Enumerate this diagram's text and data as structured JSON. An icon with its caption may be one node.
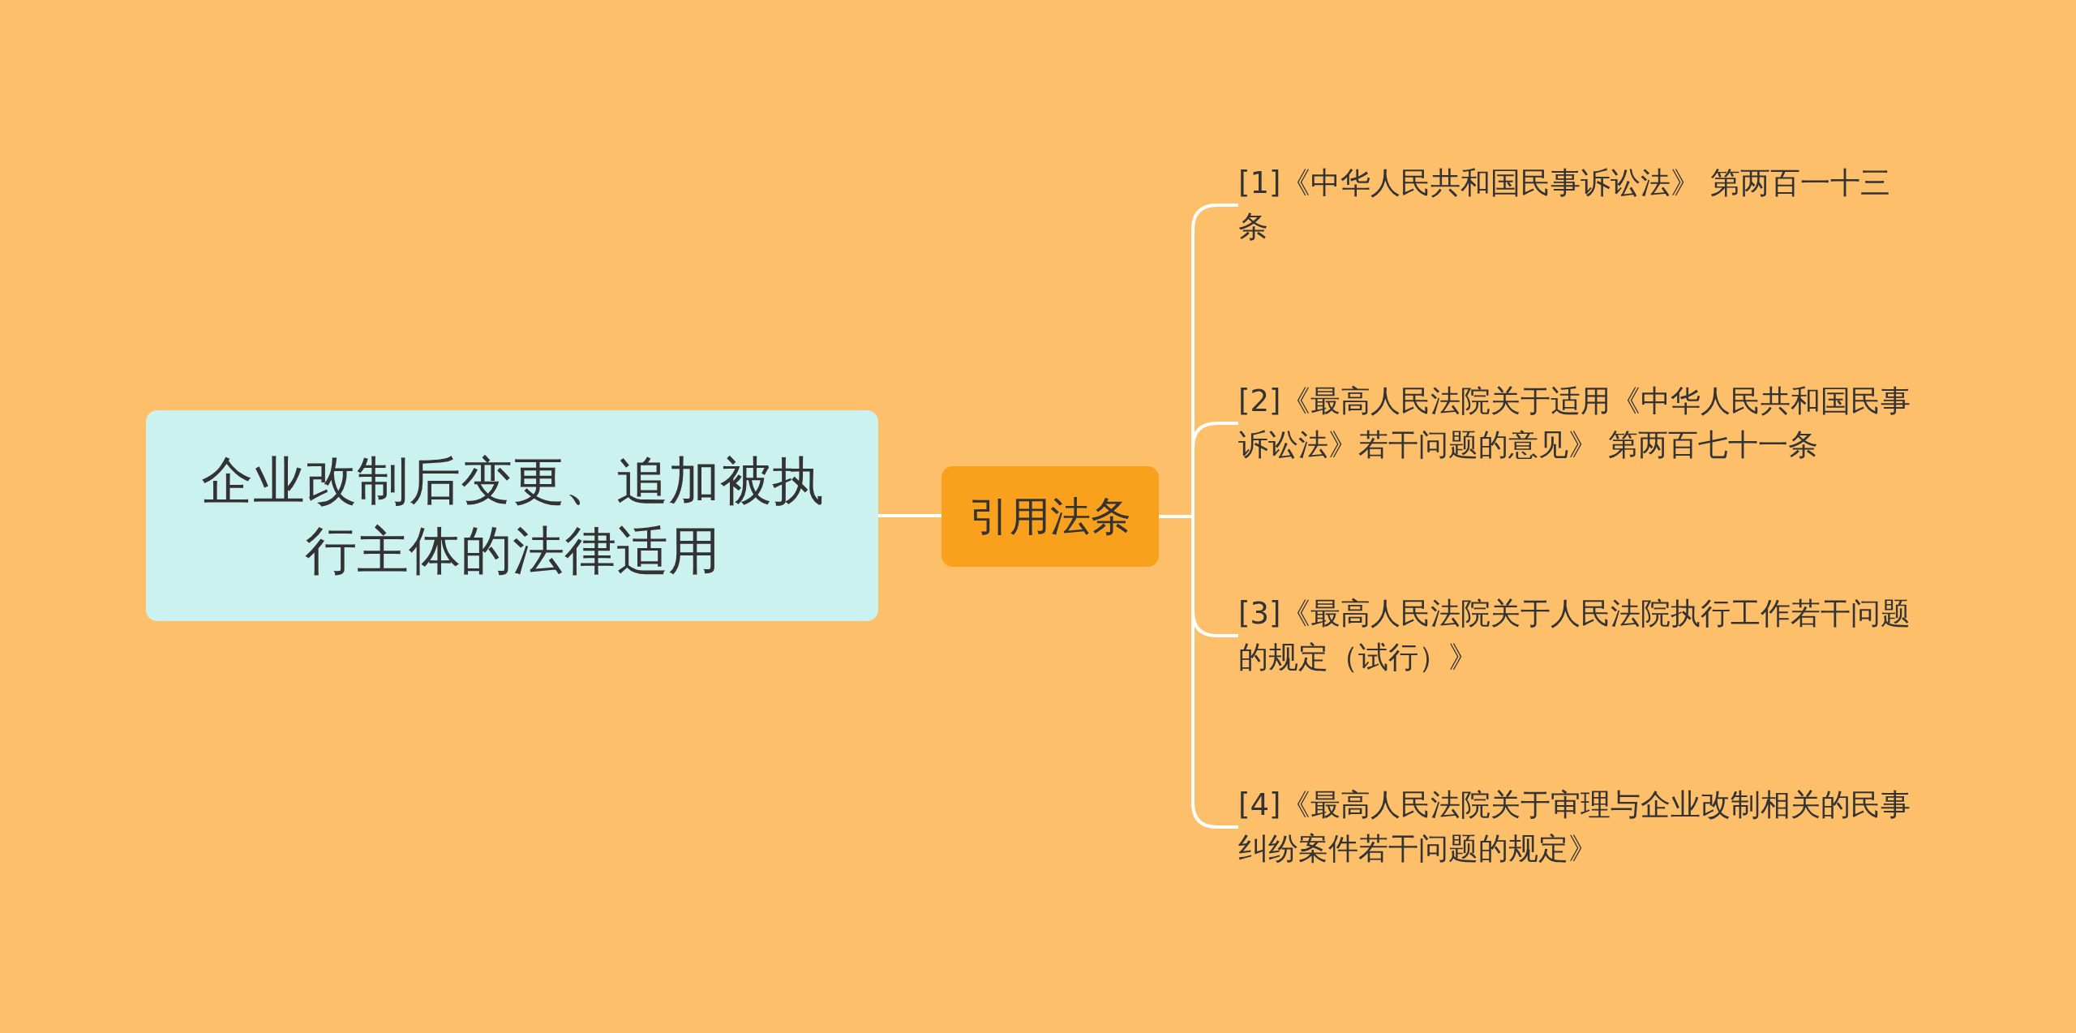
{
  "diagram": {
    "nodes": [
      {
        "text": [
          "企业改制后变更、追加被执行主体的法律适用"
        ]
      },
      {
        "text": [
          "引用法条"
        ]
      },
      {
        "text": [
          "[1]《中华人民共和国民事诉讼法》 第两百一十三条"
        ]
      },
      {
        "text": [
          "[2]《最高人民法院关于适用《中华人民共和国民事诉讼法》若干问题的意见》 第两百七十一条"
        ]
      },
      {
        "text": [
          "[3]《最高人民法院关于人民法院执行工作若干问题的规定（试行）》"
        ]
      },
      {
        "text": [
          "[4]《最高人民法院关于审理与企业改制相关的民事纠纷案件若干问题的规定》"
        ]
      }
    ],
    "edges": [
      {
        "from": 0,
        "to": 1,
        "arrow": "none"
      },
      {
        "from": 1,
        "to": 2,
        "arrow": "none"
      },
      {
        "from": 1,
        "to": 3,
        "arrow": "none"
      },
      {
        "from": 1,
        "to": 4,
        "arrow": "none"
      },
      {
        "from": 1,
        "to": 5,
        "arrow": "none"
      }
    ]
  }
}
